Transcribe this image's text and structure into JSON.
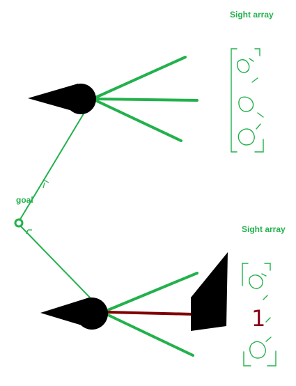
{
  "labels": {
    "sight_array_top": "Sight array",
    "goal": "goal",
    "sight_array_bottom": "Sight array",
    "sensor_reading": "1"
  },
  "colors": {
    "ray": "#22b14c",
    "label": "#22b14c",
    "blocked_ray": "#7f0000",
    "agent": "#000000",
    "obstacle": "#000000",
    "sensor_value": "#880015"
  },
  "sight_arrays": {
    "top": {
      "cells": [
        "empty",
        "empty",
        "empty"
      ]
    },
    "bottom": {
      "cells": [
        "empty",
        "hit",
        "empty"
      ]
    }
  }
}
